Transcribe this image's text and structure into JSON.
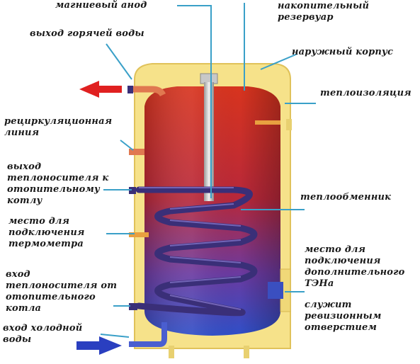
{
  "diagram": {
    "labels": {
      "magnesium_anode": "магниевый анод",
      "hot_water_outlet": "выход горячей воды",
      "storage_tank": "накопительный\nрезервуар",
      "outer_casing": "наружный корпус",
      "insulation": "теплоизоляция",
      "recirculation_line": "рециркуляционная\nлиния",
      "coolant_outlet": "выход\nтеплоносителя к\nотопительному\nкотлу",
      "heat_exchanger": "теплообменник",
      "thermometer_port": "место для\nподключения\nтермометра",
      "heating_element_port": "место для\nподключения\nдополнительного\nТЭНа",
      "revision_opening": "служит\nревизионным\nотверстием",
      "coolant_inlet": "вход\nтеплоносителя от\nотопительного\nкотла",
      "cold_water_inlet": "вход холодной\nводы"
    },
    "colors": {
      "casing": "#f6e28a",
      "casing_stroke": "#e0c25a",
      "tank_top": "#d8341e",
      "tank_bottom": "#2f4fc8",
      "coil": "#3a2f78",
      "pointer_line": "#3aa0c8",
      "hot_arrow": "#e02020",
      "cold_arrow": "#2a3fc0",
      "pipe_port": "#e8a040"
    }
  }
}
